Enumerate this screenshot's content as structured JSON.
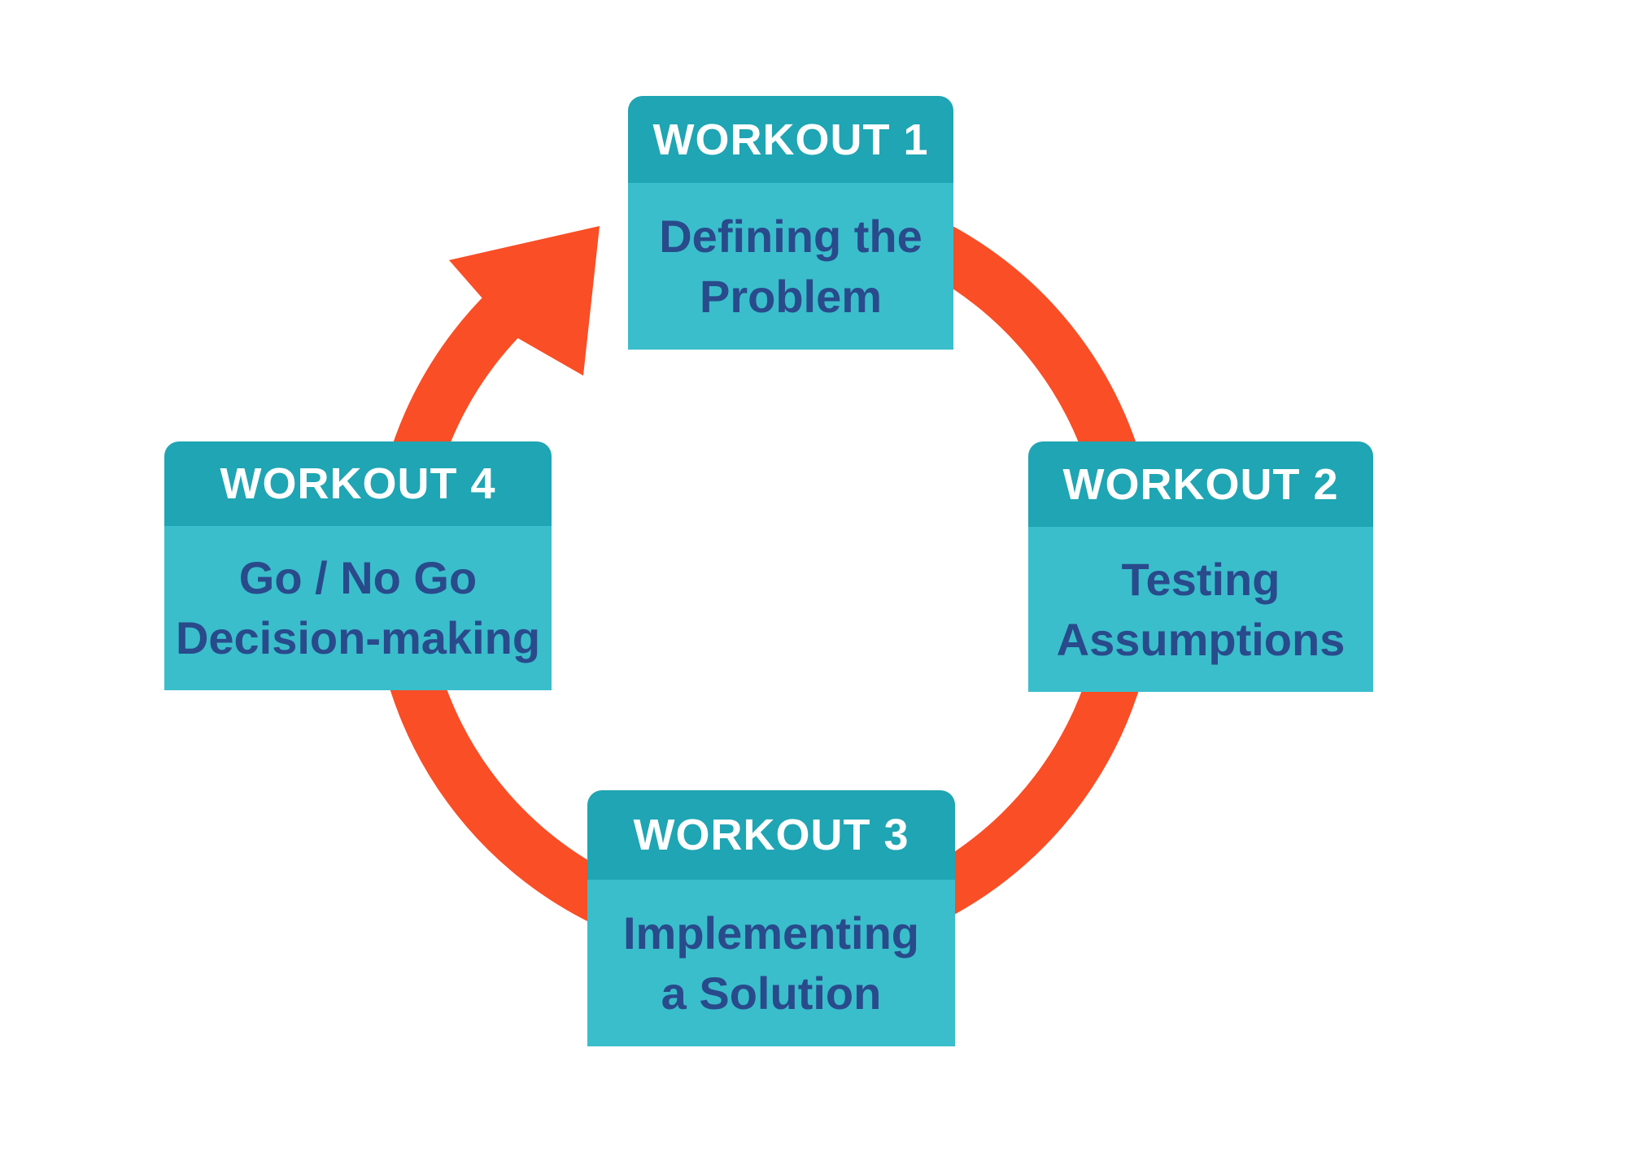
{
  "diagram": {
    "kind": "cycle-process-diagram",
    "direction": "clockwise"
  },
  "colors": {
    "background": "#FFFFFF",
    "header_teal": "#1FA5B3",
    "body_teal": "#3ABECB",
    "text_navy": "#294A8B",
    "text_white": "#FFFFFF",
    "arrow_orange": "#F94E26"
  },
  "workouts": [
    {
      "title": "WORKOUT 1",
      "body": "Defining the\nProblem"
    },
    {
      "title": "WORKOUT 2",
      "body": "Testing\nAssumptions"
    },
    {
      "title": "WORKOUT 3",
      "body": "Implementing\na Solution"
    },
    {
      "title": "WORKOUT 4",
      "body": "Go / No Go\nDecision-making"
    }
  ]
}
